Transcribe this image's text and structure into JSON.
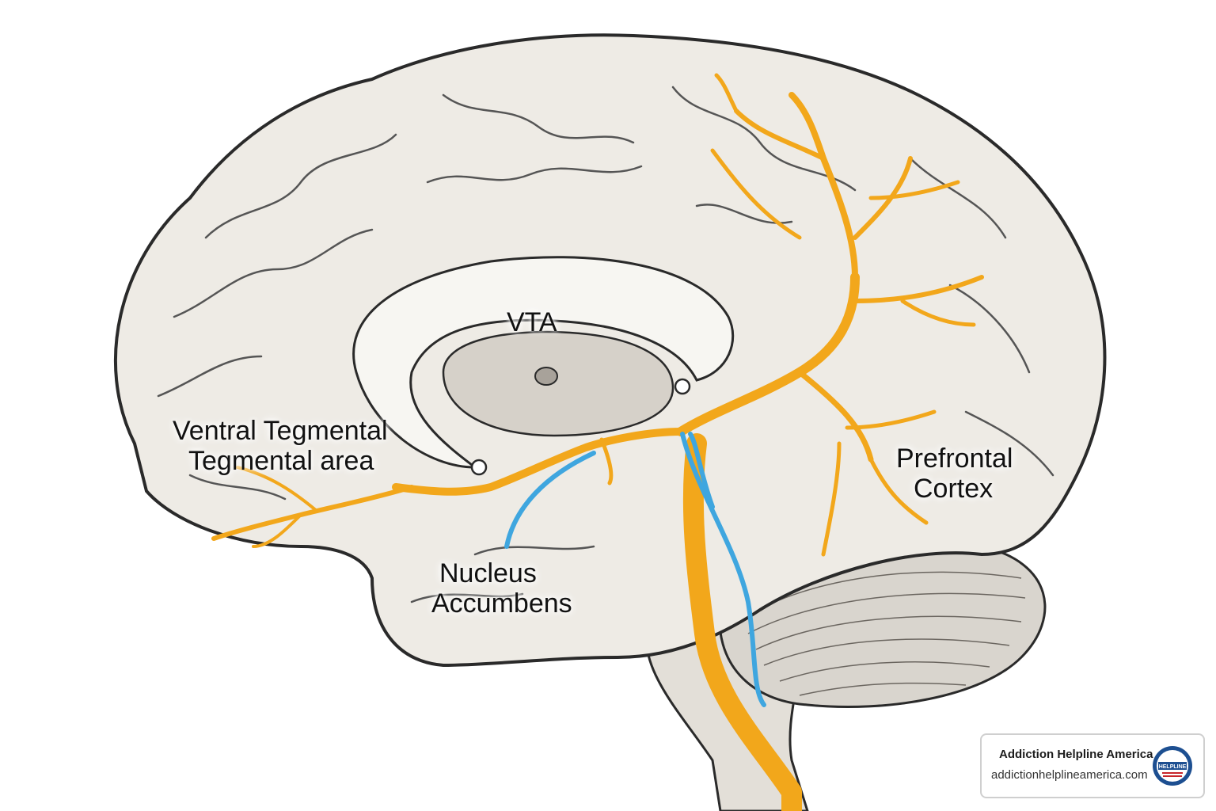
{
  "labels": {
    "vta": "VTA",
    "vta_full_line1": "Ventral Tegmental",
    "vta_full_line2": "Tegmental area",
    "nucleus_line1": "Nucleus",
    "nucleus_line2": "Accumbens",
    "prefrontal_line1": "Prefrontal",
    "prefrontal_line2": "Cortex"
  },
  "badge": {
    "name": "Addiction Helpline America",
    "url": "addictionhelplineamerica.com",
    "logo_text": "HELPLINE"
  },
  "colors": {
    "pathway_orange": "#F2A71B",
    "pathway_blue": "#3FA6DF",
    "brain_fill": "#EEEBE5",
    "outline": "#2a2a2a",
    "cerebellum": "#D9D5CE"
  }
}
